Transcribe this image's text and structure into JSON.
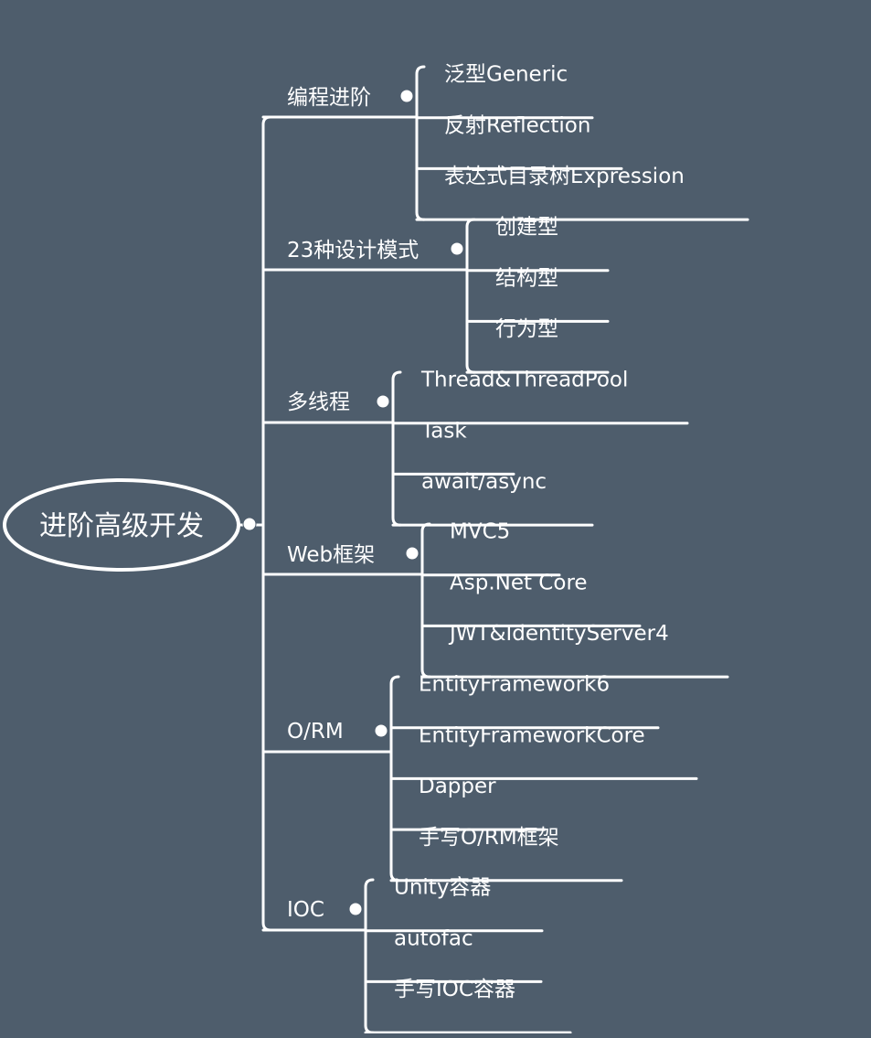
{
  "root": {
    "label": "进阶高级开发"
  },
  "branches": [
    {
      "label": "编程进阶",
      "children": [
        "泛型Generic",
        "反射Reflection",
        "表达式目录树Expression"
      ]
    },
    {
      "label": "23种设计模式",
      "children": [
        "创建型",
        "结构型",
        "行为型"
      ]
    },
    {
      "label": "多线程",
      "children": [
        "Thread&ThreadPool",
        "Task",
        "await/async"
      ]
    },
    {
      "label": "Web框架",
      "children": [
        "MVC5",
        "Asp.Net Core",
        "JWT&IdentityServer4"
      ]
    },
    {
      "label": "O/RM",
      "children": [
        "EntityFramework6",
        "EntityFrameworkCore",
        "Dapper",
        "手写O/RM框架"
      ]
    },
    {
      "label": "IOC",
      "children": [
        "Unity容器",
        "autofac",
        "手写IOC容器"
      ]
    }
  ],
  "colors": {
    "background": "#4e5d6c",
    "line": "#ffffff",
    "text": "#ffffff"
  }
}
